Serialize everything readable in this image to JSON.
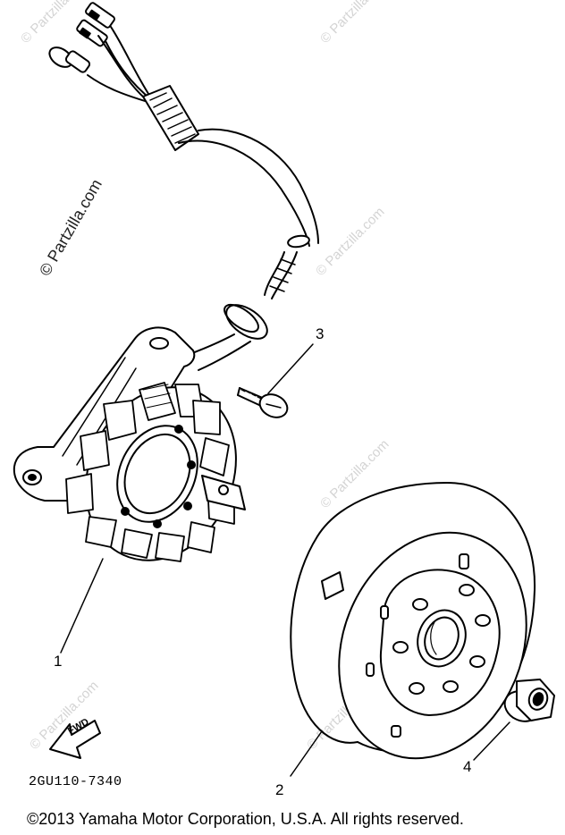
{
  "callouts": {
    "c1": "1",
    "c2": "2",
    "c3": "3",
    "c4": "4"
  },
  "arrow_label": "FWD",
  "part_number": "2GU110-7340",
  "copyright": "©2013  Yamaha Motor Corporation, U.S.A. All rights reserved.",
  "watermark": "© Partzilla.com"
}
